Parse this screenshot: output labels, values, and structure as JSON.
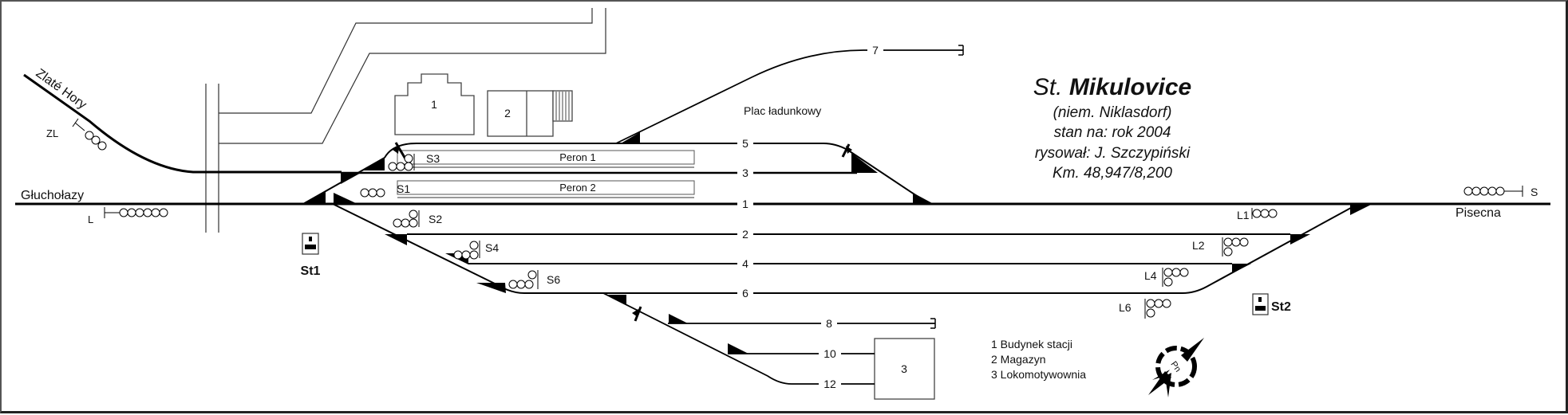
{
  "title": {
    "prefix": "St.",
    "name": "Mikulovice",
    "german_name": "(niem. Niklasdorf)",
    "state": "stan na: rok 2004",
    "author": "rysował: J. Szczypiński",
    "km": "Km. 48,947/8,200"
  },
  "directions": {
    "left_main": "Głuchołazy",
    "left_branch": "Zlaté Hory",
    "right_main": "Pisecna"
  },
  "tracks": [
    "1",
    "2",
    "3",
    "4",
    "5",
    "6",
    "7",
    "8",
    "10",
    "12"
  ],
  "platforms": [
    "Peron 1",
    "Peron 2"
  ],
  "buildings": [
    "1",
    "2",
    "3"
  ],
  "area_label": "Plac ładunkowy",
  "signals": {
    "entry_left": "L",
    "entry_branch": "ZL",
    "entry_right": "S",
    "exit_left": [
      "S1",
      "S2",
      "S3",
      "S4",
      "S6"
    ],
    "exit_right": [
      "L1",
      "L2",
      "L4",
      "L6"
    ]
  },
  "signal_boxes": [
    "St1",
    "St2"
  ],
  "legend": [
    "1 Budynek stacji",
    "2 Magazyn",
    "3 Lokomotywownia"
  ],
  "compass": {
    "label": "Pn"
  }
}
